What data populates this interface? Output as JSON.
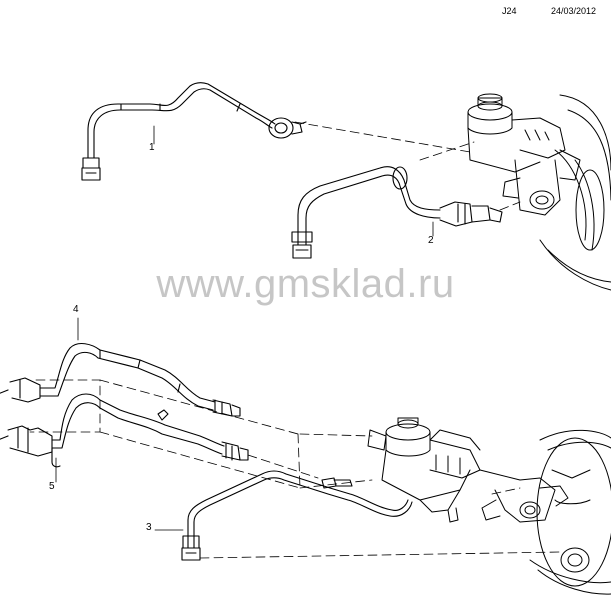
{
  "header": {
    "code": "J24",
    "date": "24/03/2012"
  },
  "watermark": "www.gmsklad.ru",
  "callouts": {
    "item_1": "1",
    "item_2": "2",
    "item_3": "3",
    "item_4": "4",
    "item_5": "5"
  }
}
